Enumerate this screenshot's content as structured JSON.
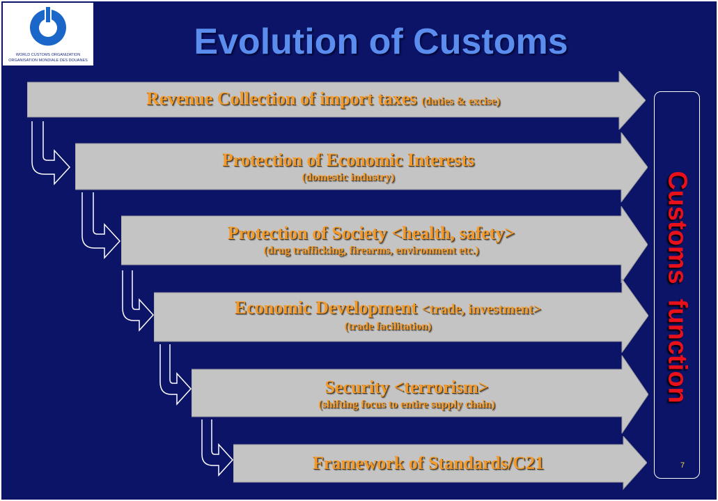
{
  "logo": {
    "line1": "WORLD CUSTOMS ORGANIZATION",
    "line2": "ORGANISATION MONDIALE DES DOUANES"
  },
  "title": "Evolution of Customs",
  "stages": [
    {
      "main": "Revenue Collection of import taxes",
      "main_suffix": "(duties & excise)",
      "sub": ""
    },
    {
      "main": "Protection of Economic Interests",
      "main_suffix": "",
      "sub": "(domestic industry)"
    },
    {
      "main": "Protection of Society <health, safety>",
      "main_suffix": "",
      "sub": "(drug trafficking, firearms, environment etc.)"
    },
    {
      "main": "Economic Development",
      "main_suffix": "<trade, investment>",
      "sub": "(trade facilitation)"
    },
    {
      "main": "Security <terrorism>",
      "main_suffix": "",
      "sub": "(shifting focus to entire supply chain)"
    },
    {
      "main": "Framework of Standards/C21",
      "main_suffix": "",
      "sub": ""
    }
  ],
  "side_label": "Customs  function",
  "page_number": "7",
  "colors": {
    "background": "#0c1468",
    "title": "#5b8def",
    "arrow_fill": "#c4c4c4",
    "arrow_text": "#f39a2a",
    "side_label": "#e8101a",
    "page_number": "#f0e030"
  }
}
